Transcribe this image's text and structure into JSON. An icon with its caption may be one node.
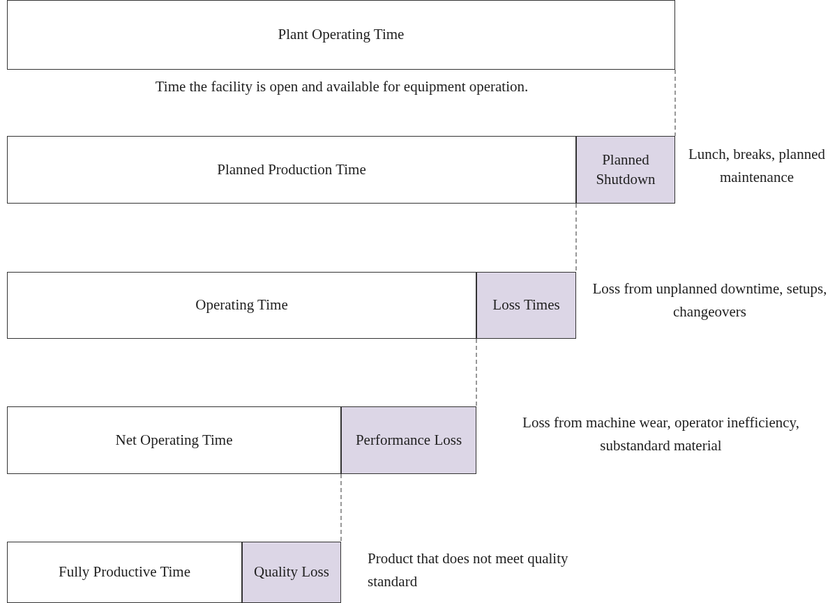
{
  "diagram": {
    "nodes": [
      {
        "text": [
          "Plant Operating Time"
        ],
        "beside": [
          "Time the facility is open and available for equipment operation."
        ]
      },
      {
        "text": [
          "Planned Production Time"
        ]
      },
      {
        "text": [
          "Planned Shutdown"
        ],
        "beside": [
          "Lunch, breaks, planned maintenance"
        ]
      },
      {
        "text": [
          "Operating Time"
        ]
      },
      {
        "text": [
          "Loss Times"
        ],
        "beside": [
          "Loss from unplanned downtime, setups, changeovers"
        ]
      },
      {
        "text": [
          "Net Operating Time"
        ]
      },
      {
        "text": [
          "Performance Loss"
        ],
        "beside": [
          "Loss from machine wear, operator inefficiency, substandard material"
        ]
      },
      {
        "text": [
          "Fully Productive Time"
        ]
      },
      {
        "text": [
          "Quality Loss"
        ],
        "beside": [
          "Product that does not meet quality standard"
        ]
      }
    ]
  }
}
